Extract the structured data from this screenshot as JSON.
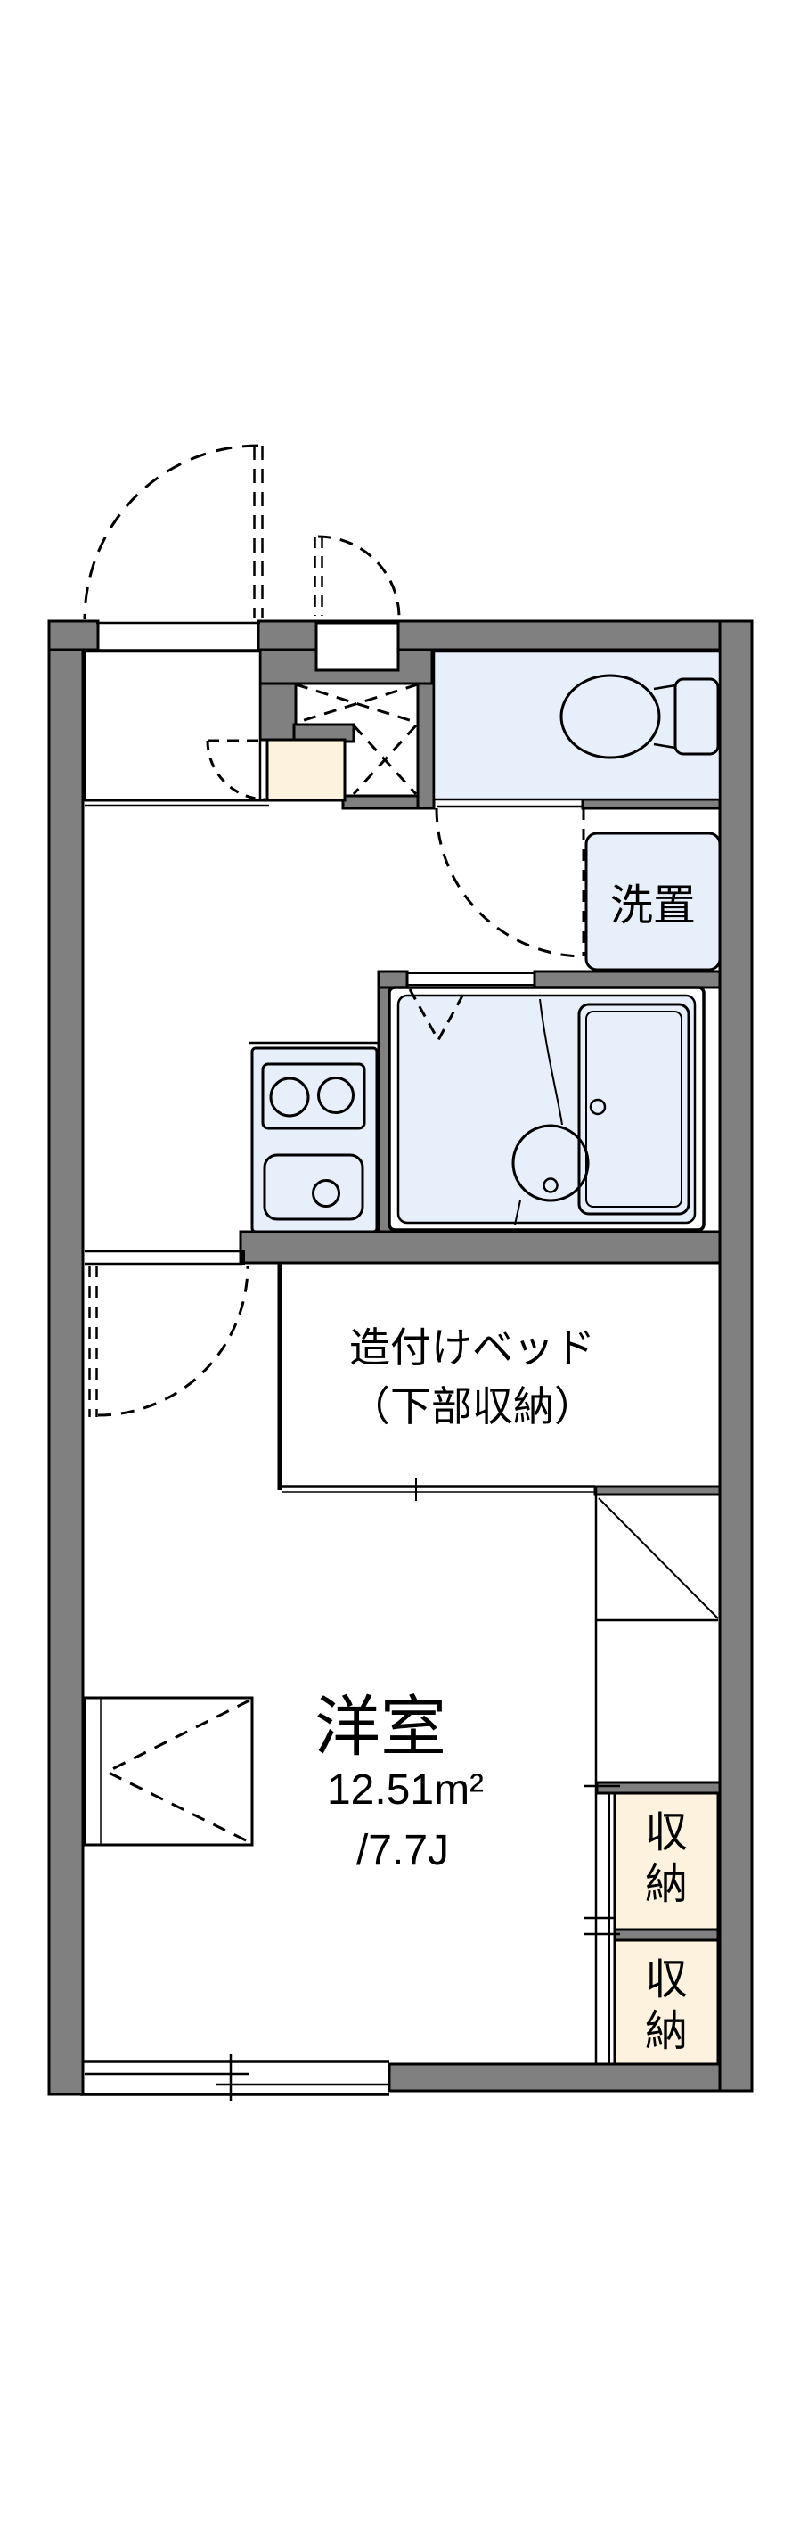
{
  "floorplan": {
    "labels": {
      "washer_area": "洗置",
      "bed_line1": "造付けベッド",
      "bed_line2": "（下部収納）",
      "room_name": "洋室",
      "room_area_sqm": "12.51m²",
      "room_area_tatami": "/7.7J",
      "storage_upper_l1": "収",
      "storage_upper_l2": "納",
      "storage_lower_l1": "収",
      "storage_lower_l2": "納"
    },
    "colors": {
      "wall_fill": "#808080",
      "wet_area_fill": "#e7effb",
      "entry_step_fill": "#fcf2dd",
      "outline": "#000000",
      "background": "#ffffff"
    }
  }
}
